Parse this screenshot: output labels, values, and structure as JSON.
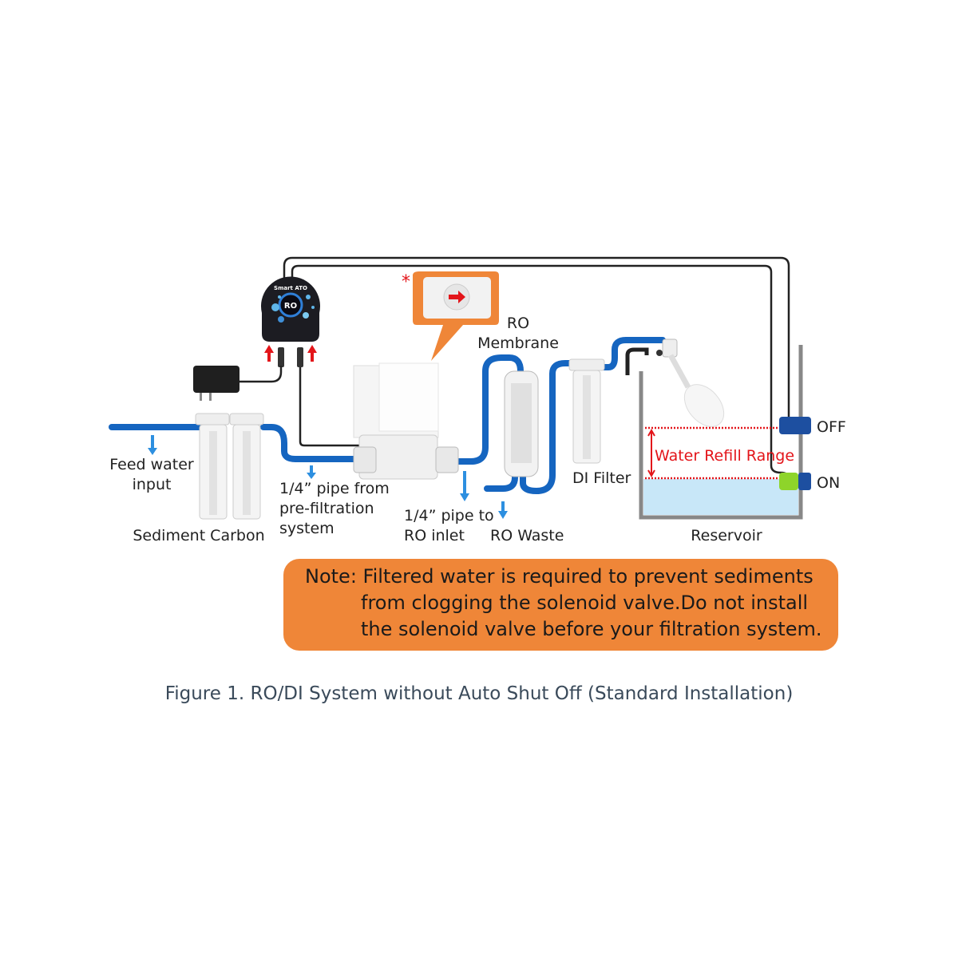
{
  "device": {
    "brand": "Smart ATO",
    "badge": "RO"
  },
  "labels": {
    "feed_water_1": "Feed water",
    "feed_water_2": "input",
    "sediment_carbon": "Sediment Carbon",
    "pipe_from_1": "1/4” pipe from",
    "pipe_from_2": "pre-filtration",
    "pipe_from_3": "system",
    "pipe_to_1": "1/4” pipe to",
    "pipe_to_2": "RO inlet",
    "ro_waste": "RO Waste",
    "ro_membrane_1": "RO",
    "ro_membrane_2": "Membrane",
    "di_filter": "DI Filter",
    "water_refill_range": "Water Refill Range",
    "off": "OFF",
    "on": "ON",
    "reservoir": "Reservoir",
    "asterisk": "*"
  },
  "note": {
    "line1": "Note: Filtered water is required to prevent sediments",
    "line2": "from clogging the solenoid valve.Do not install",
    "line3": "the solenoid valve before your filtration system."
  },
  "caption": "Figure 1. RO/DI System without Auto Shut Off (Standard Installation)",
  "colors": {
    "pipe": "#1565c0",
    "note_bg": "#ef8638",
    "accent_red": "#e3151a",
    "water": "#c8e7f8",
    "off_sensor": "#1d4fa0",
    "on_sensor": "#8ed42a"
  }
}
